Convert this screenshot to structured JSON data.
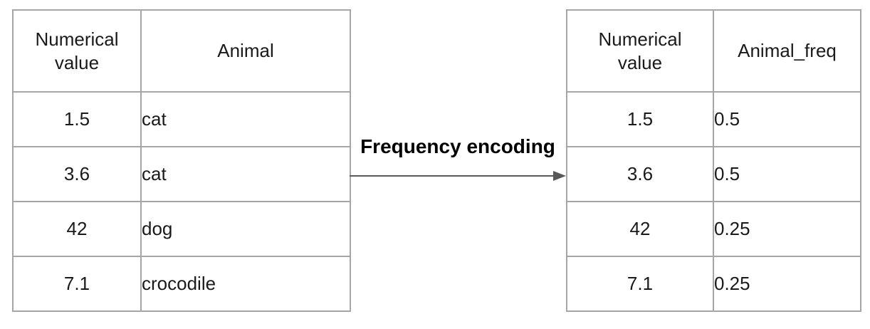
{
  "diagram": {
    "arrow_label": "Frequency encoding"
  },
  "left_table": {
    "columns": [
      "Numerical value",
      "Animal"
    ],
    "rows": [
      [
        "1.5",
        "cat"
      ],
      [
        "3.6",
        "cat"
      ],
      [
        "42",
        "dog"
      ],
      [
        "7.1",
        "crocodile"
      ]
    ]
  },
  "right_table": {
    "columns": [
      "Numerical value",
      "Animal_freq"
    ],
    "rows": [
      [
        "1.5",
        "0.5"
      ],
      [
        "3.6",
        "0.5"
      ],
      [
        "42",
        "0.25"
      ],
      [
        "7.1",
        "0.25"
      ]
    ]
  },
  "colors": {
    "border": "#a6a6a6",
    "arrow": "#595959",
    "text": "#1a1a1a",
    "background": "#ffffff"
  }
}
